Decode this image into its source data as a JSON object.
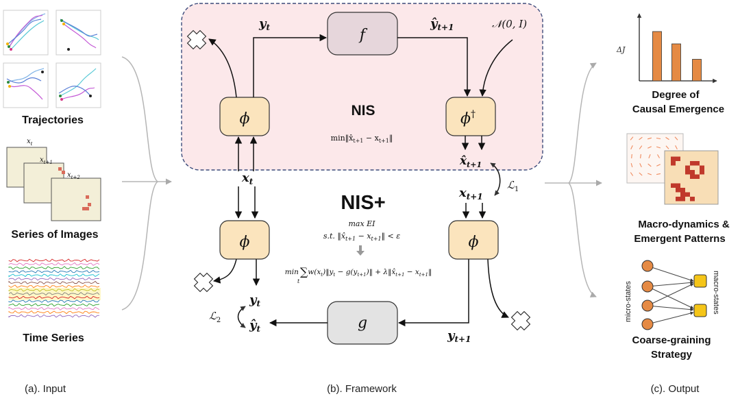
{
  "sections": {
    "input": {
      "caption": "(a). Input",
      "items": [
        "Trajectories",
        "Series of Images",
        "Time Series"
      ],
      "image_labels": [
        "x",
        "t",
        "x",
        "t+1",
        "x",
        "t+2"
      ]
    },
    "framework": {
      "caption": "(b). Framework",
      "nis_title": "NIS",
      "nis_objective": "min‖x̂",
      "nis_objective_2": "t+1",
      "nis_objective_3": " − x",
      "nis_objective_4": "t+1",
      "nis_objective_5": "‖",
      "nis_plus_title": "NIS+",
      "maxei": "max EI",
      "constraint": "s.t. ‖x̂",
      "constraint_2": "t+1",
      "constraint_3": " − x",
      "constraint_4": "t+1",
      "constraint_5": "‖ < ε",
      "loss_min": "min",
      "loss_sum": "∑",
      "loss_sum_sub": "t",
      "loss_body": "w(x",
      "loss_body_sub": "t",
      "loss_body_2": ")‖y",
      "loss_body_sub2": "t",
      "loss_body_3": " − g(y",
      "loss_body_sub3": "t+1",
      "loss_body_4": ")‖ + λ‖x̂",
      "loss_body_sub4": "t+1",
      "loss_body_5": " − x",
      "loss_body_sub5": "t+1",
      "loss_body_6": "‖",
      "node_f": "f",
      "node_g": "g",
      "node_phi": "ϕ",
      "node_phi_dagger": "ϕ",
      "dagger": "†",
      "noise": "𝒩(0, I)",
      "var_y": "y",
      "var_x": "x",
      "var_yhat": "ŷ",
      "var_xhat": "x̂",
      "sub_t": "t",
      "sub_t1": "t+1",
      "loss1": "ℒ",
      "loss1_sub": "1",
      "loss2": "ℒ",
      "loss2_sub": "2"
    },
    "output": {
      "caption": "(c). Output",
      "items": [
        "Degree of",
        "Causal Emergence",
        "Macro-dynamics &",
        "Emergent Patterns",
        "Coarse-graining",
        "Strategy"
      ],
      "delta_j": "ΔJ",
      "micro_states": "micro-states",
      "macro_states": "macro-states"
    }
  },
  "chart_data": {
    "type": "bar",
    "categories": [
      "",
      "",
      ""
    ],
    "values": [
      3.2,
      2.4,
      1.4
    ],
    "ylim": [
      0,
      4
    ],
    "ylabel": "ΔJ",
    "color": "#e58a44"
  },
  "colors": {
    "nis_box_fill": "#fce8ea",
    "nis_box_border": "#3b4a7a",
    "phi_fill": "#fbe4bd",
    "phi_border": "#3a3a3a",
    "f_fill": "#e6d6db",
    "g_fill": "#e3e3e3",
    "bar_color": "#e58a44",
    "orange_node": "#e58a44",
    "yellow_node": "#f5c518",
    "pattern_red": "#c0392b",
    "pattern_bg": "#f8deb6"
  }
}
